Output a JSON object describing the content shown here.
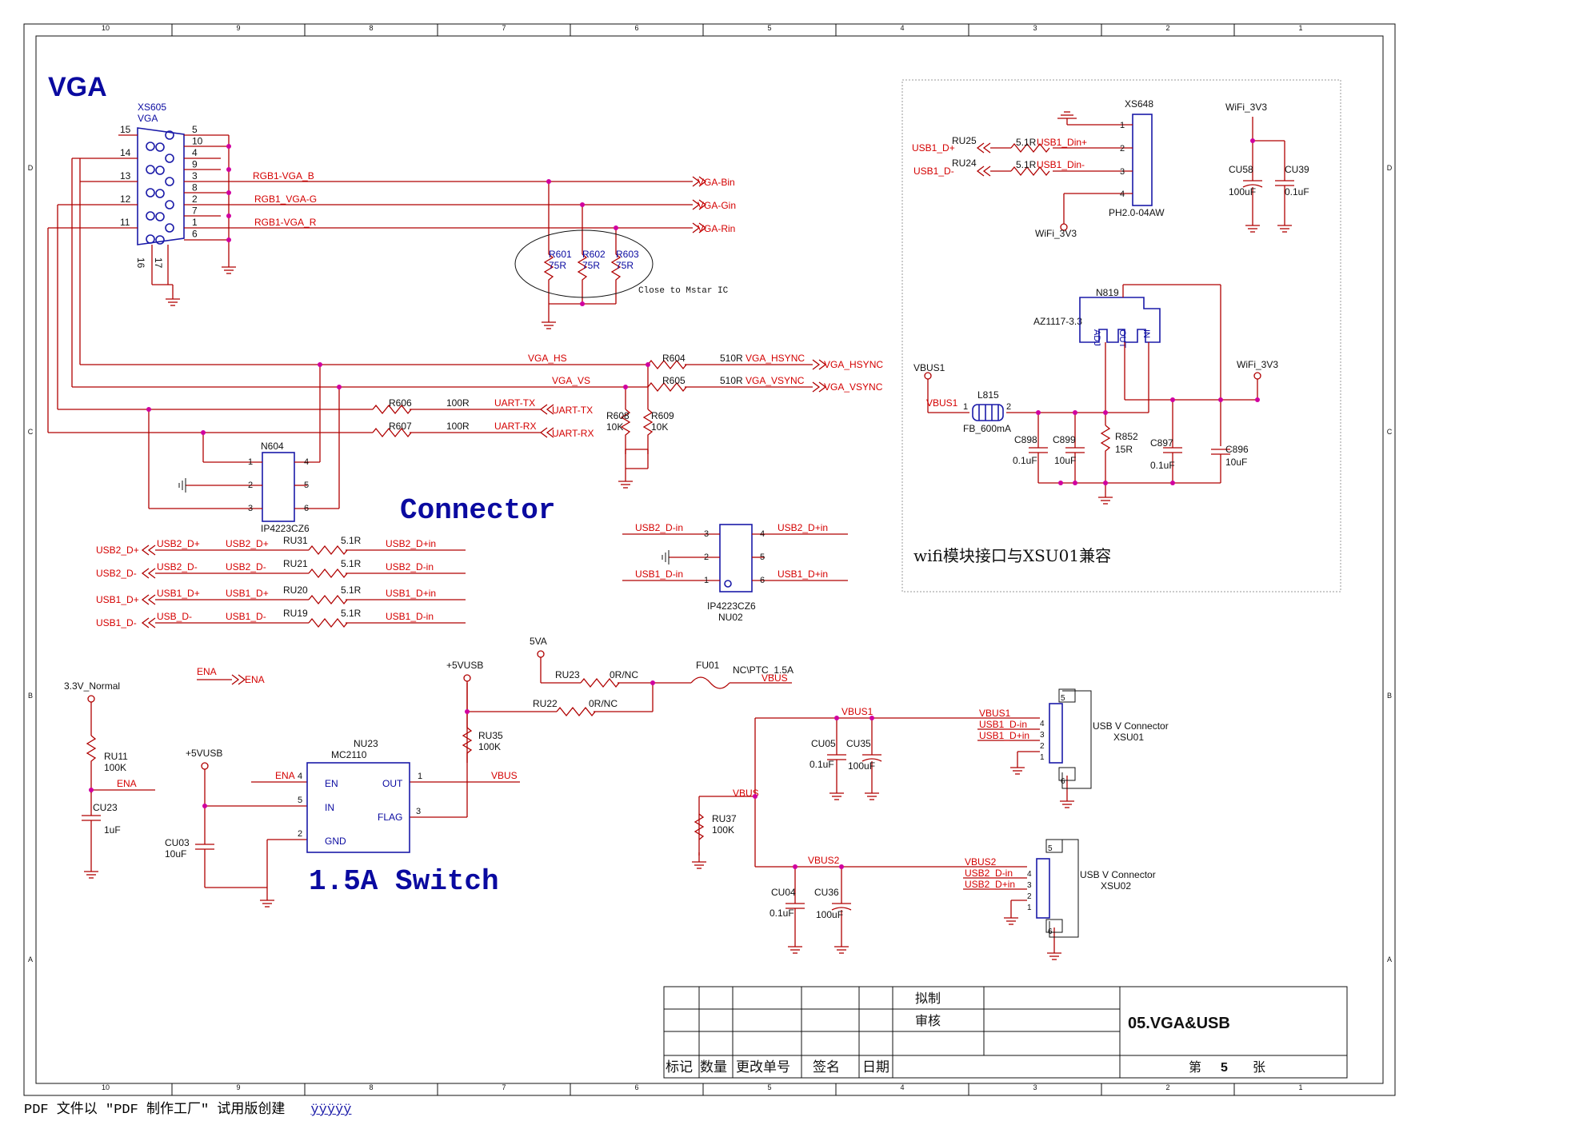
{
  "sheet": {
    "title_vga": "VGA",
    "title_connector": "Connector",
    "title_switch": "1.5A Switch",
    "wifi_note": "wifi模块接口与XSU01兼容",
    "close_note": "Close to Mstar IC",
    "border_cols": [
      "10",
      "9",
      "8",
      "7",
      "6",
      "5",
      "4",
      "3",
      "2",
      "1"
    ],
    "border_rows": [
      "D",
      "C",
      "B",
      "A"
    ]
  },
  "vga": {
    "ref": "XS605",
    "name": "VGA",
    "pins_left": [
      "15",
      "14",
      "13",
      "12",
      "11"
    ],
    "pins_right": [
      "5",
      "10",
      "4",
      "9",
      "3",
      "8",
      "2",
      "7",
      "1",
      "6"
    ],
    "pins_bottom": [
      "16",
      "17"
    ],
    "nets": [
      "RGB1-VGA_B",
      "RGB1_VGA-G",
      "RGB1-VGA_R"
    ],
    "ports": [
      "VGA-Bin",
      "VGA-Gin",
      "VGA-Rin"
    ],
    "resistors": [
      {
        "ref": "R601",
        "val": "75R"
      },
      {
        "ref": "R602",
        "val": "75R"
      },
      {
        "ref": "R603",
        "val": "75R"
      }
    ],
    "sync": [
      {
        "net": "VGA_HS",
        "ref": "R604",
        "val": "510R",
        "out": "VGA_HSYNC",
        "port": "VGA_HSYNC"
      },
      {
        "net": "VGA_VS",
        "ref": "R605",
        "val": "510R",
        "out": "VGA_VSYNC",
        "port": "VGA_VSYNC"
      }
    ],
    "uart": [
      {
        "ref": "R606",
        "val": "100R",
        "net": "UART-TX",
        "port": "UART-TX"
      },
      {
        "ref": "R607",
        "val": "100R",
        "net": "UART-RX",
        "port": "UART-RX"
      }
    ],
    "pullups": [
      {
        "ref": "R608",
        "val": "10K"
      },
      {
        "ref": "R609",
        "val": "10K"
      }
    ]
  },
  "n604": {
    "ref": "N604",
    "part": "IP4223CZ6",
    "pins": [
      "1",
      "2",
      "3",
      "4",
      "5",
      "6"
    ]
  },
  "nu02": {
    "ref": "NU02",
    "part": "IP4223CZ6",
    "pins": [
      "3",
      "2",
      "1",
      "4",
      "5",
      "6"
    ],
    "nets_left": [
      "USB2_D-in",
      "USB1_D-in"
    ],
    "nets_right": [
      "USB2_D+in",
      "USB1_D+in"
    ]
  },
  "usb_res": [
    {
      "port": "USB2_D+",
      "net": "USB2_D+",
      "net2": "USB2_D+",
      "ref": "RU31",
      "val": "5.1R",
      "out": "USB2_D+in"
    },
    {
      "port": "USB2_D-",
      "net": "USB2_D-",
      "net2": "USB2_D-",
      "ref": "RU21",
      "val": "5.1R",
      "out": "USB2_D-in"
    },
    {
      "port": "USB1_D+",
      "net": "USB1_D+",
      "net2": "USB1_D+",
      "ref": "RU20",
      "val": "5.1R",
      "out": "USB1_D+in"
    },
    {
      "port": "USB1_D-",
      "net": "USB_D-",
      "net2": "USB1_D-",
      "ref": "RU19",
      "val": "5.1R",
      "out": "USB1_D-in"
    }
  ],
  "wifi": {
    "conn_ref": "XS648",
    "conn_part": "PH2.0-04AW",
    "pins": [
      "1",
      "2",
      "3",
      "4"
    ],
    "rows": [
      {
        "port": "USB1_D+",
        "ref": "RU25",
        "val": "5.1R",
        "net": "USB1_Din+"
      },
      {
        "port": "USB1_D-",
        "ref": "RU24",
        "val": "5.1R",
        "net": "USB1_Din-"
      }
    ],
    "wifi_3v3": "WiFi_3V3",
    "caps_top": [
      {
        "ref": "CU58",
        "val": "100uF"
      },
      {
        "ref": "CU39",
        "val": "0.1uF"
      }
    ],
    "ldo_ref": "N819",
    "ldo_part": "AZ1117-3.3",
    "ldo_pins": [
      "ADJ",
      "OUT",
      "IN"
    ],
    "ldo_pin_nums": [
      "1",
      "2",
      "3",
      "4"
    ],
    "vbus1": "VBUS1",
    "ferrite_ref": "L815",
    "ferrite_val": "FB_600mA",
    "ferrite_pins": [
      "1",
      "2"
    ],
    "caps": [
      {
        "ref": "C898",
        "val": "0.1uF"
      },
      {
        "ref": "C899",
        "val": "10uF"
      },
      {
        "ref": "R852",
        "val": "15R"
      },
      {
        "ref": "C897",
        "val": "0.1uF"
      },
      {
        "ref": "C896",
        "val": "10uF"
      }
    ]
  },
  "switch": {
    "v33": "3.3V_Normal",
    "ru11": "RU11",
    "ru11_val": "100K",
    "cu23": "CU23",
    "cu23_val": "1uF",
    "ena": "ENA",
    "v5usb": "+5VUSB",
    "cu03": "CU03",
    "cu03_val": "10uF",
    "ic_ref": "NU23",
    "ic_part": "MC2110",
    "ic_pins_l": [
      "EN",
      "IN",
      "GND"
    ],
    "ic_pins_r": [
      "OUT",
      "FLAG"
    ],
    "ic_nums_l": [
      "4",
      "5",
      "2"
    ],
    "ic_nums_r": [
      "1",
      "3"
    ],
    "ru35": "RU35",
    "ru35_val": "100K",
    "vbus": "VBUS",
    "v5a": "5VA",
    "ru23": "RU23",
    "ru23_val": "0R/NC",
    "ru22": "RU22",
    "ru22_val": "0R/NC",
    "fu01": "FU01",
    "fu01_val": "NC\\PTC_1.5A",
    "fu_net": "VBUS"
  },
  "usb_conn": {
    "vbus1": "VBUS1",
    "cu05": "CU05",
    "cu05_val": "0.1uF",
    "cu35": "CU35",
    "cu35_val": "100uF",
    "xsu01": "XSU01",
    "xsu02": "XSU02",
    "conn_name": "USB V Connector",
    "xsu01_nets": [
      "VBUS1",
      "USB1_D-in",
      "USB1_D+in"
    ],
    "xsu02_nets": [
      "VBUS2",
      "USB2_D-in",
      "USB2_D+in"
    ],
    "ru37": "RU37",
    "ru37_val": "100K",
    "vbus": "VBUS",
    "vbus2": "VBUS2",
    "cu04": "CU04",
    "cu04_val": "0.1uF",
    "cu36": "CU36",
    "cu36_val": "100uF",
    "pins": [
      "5",
      "4",
      "3",
      "2",
      "1",
      "6"
    ]
  },
  "title_block": {
    "draw": "拟制",
    "review": "审核",
    "sheet_name": "05.VGA&USB",
    "cols": [
      "标记",
      "数量",
      "更改单号",
      "签名",
      "日期"
    ],
    "page_prefix": "第",
    "page_num": "5",
    "page_suffix": "张"
  },
  "footer": {
    "text": "PDF 文件以 \"PDF 制作工厂\" 试用版创建",
    "link": "ÿÿÿÿÿ"
  }
}
